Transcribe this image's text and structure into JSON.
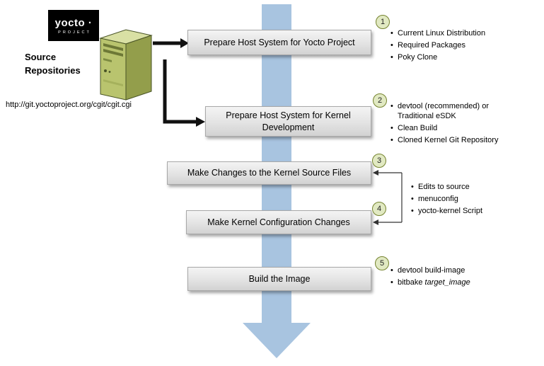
{
  "logo": {
    "title": "yocto ·",
    "subtitle": "PROJECT"
  },
  "source": {
    "label": "Source\nRepositories",
    "url": "http://git.yoctoproject.org/cgit/cgit.cgi"
  },
  "steps": [
    {
      "num": "1",
      "label": "Prepare Host System for Yocto Project",
      "bullets": [
        "Current Linux Distribution",
        "Required Packages",
        "Poky Clone"
      ]
    },
    {
      "num": "2",
      "label": "Prepare Host System for Kernel Development",
      "bullets": [
        "devtool (recommended) or Traditional eSDK",
        "Clean Build",
        "Cloned Kernel Git Repository"
      ]
    },
    {
      "num": "3",
      "label": "Make Changes to the Kernel Source Files",
      "bullets": []
    },
    {
      "num": "4",
      "label": "Make Kernel Configuration Changes",
      "bullets": []
    },
    {
      "num": "5",
      "label": "Build the Image",
      "bullets": [
        "devtool build-image"
      ],
      "bitbake_prefix": "bitbake",
      "bitbake_arg": "target_image"
    }
  ],
  "shared_bullets_3_4": [
    "Edits to source",
    "menuconfig",
    "yocto-kernel Script"
  ],
  "colors": {
    "flow_arrow_blue": "#a8c4e0",
    "circle_fill": "#e1e9c2",
    "circle_border": "#75832f",
    "box_border": "#a8a8a8",
    "connector_black": "#111111"
  }
}
